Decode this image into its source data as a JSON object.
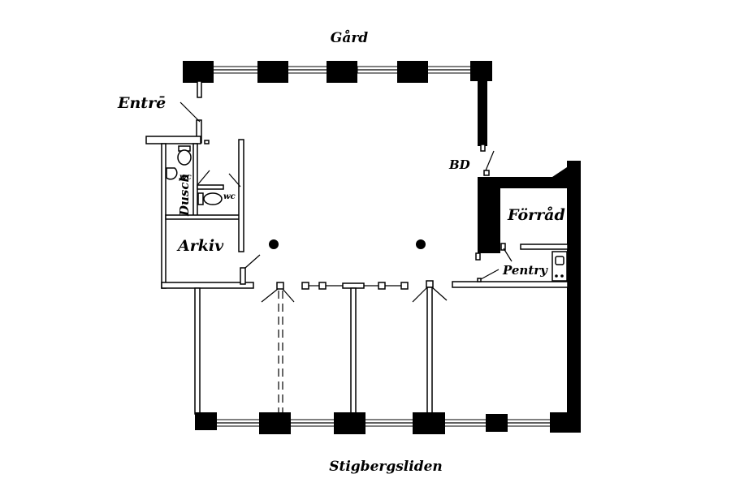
{
  "labels": {
    "top_street": "Gård",
    "bottom_street": "Stigbergsliden",
    "entrance": "Entrē",
    "storage": "Förråd",
    "archive": "Arkiv",
    "shower": "Dusch",
    "wc_1": "wc",
    "wc_2": "wc",
    "bd": "BD",
    "pantry": "Pentry"
  },
  "colors": {
    "ink": "#000000",
    "paper": "#ffffff"
  }
}
